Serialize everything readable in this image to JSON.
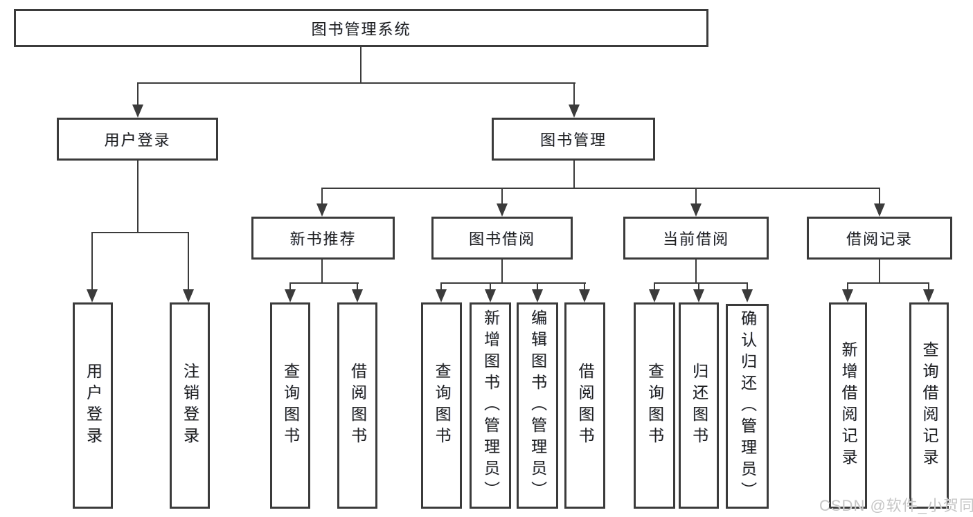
{
  "diagram": {
    "root": {
      "label": "图书管理系统"
    },
    "branches": [
      {
        "label": "用户登录",
        "children": [
          {
            "label": "用户登录"
          },
          {
            "label": "注销登录"
          }
        ]
      },
      {
        "label": "图书管理",
        "children": [
          {
            "label": "新书推荐",
            "children": [
              {
                "label": "查询图书"
              },
              {
                "label": "借阅图书"
              }
            ]
          },
          {
            "label": "图书借阅",
            "children": [
              {
                "label": "查询图书"
              },
              {
                "label": "新增图书（管理员）"
              },
              {
                "label": "编辑图书（管理员）"
              },
              {
                "label": "借阅图书"
              }
            ]
          },
          {
            "label": "当前借阅",
            "children": [
              {
                "label": "查询图书"
              },
              {
                "label": "归还图书"
              },
              {
                "label": "确认归还（管理员）"
              }
            ]
          },
          {
            "label": "借阅记录",
            "children": [
              {
                "label": "新增借阅记录"
              },
              {
                "label": "查询借阅记录"
              }
            ]
          }
        ]
      }
    ]
  },
  "watermark": {
    "text": "CSDN @软件_小贺同学"
  },
  "colors": {
    "line": "#3b3b3b",
    "text": "#1f1f1f",
    "background": "#ffffff",
    "watermark": "#c6c6c6"
  }
}
